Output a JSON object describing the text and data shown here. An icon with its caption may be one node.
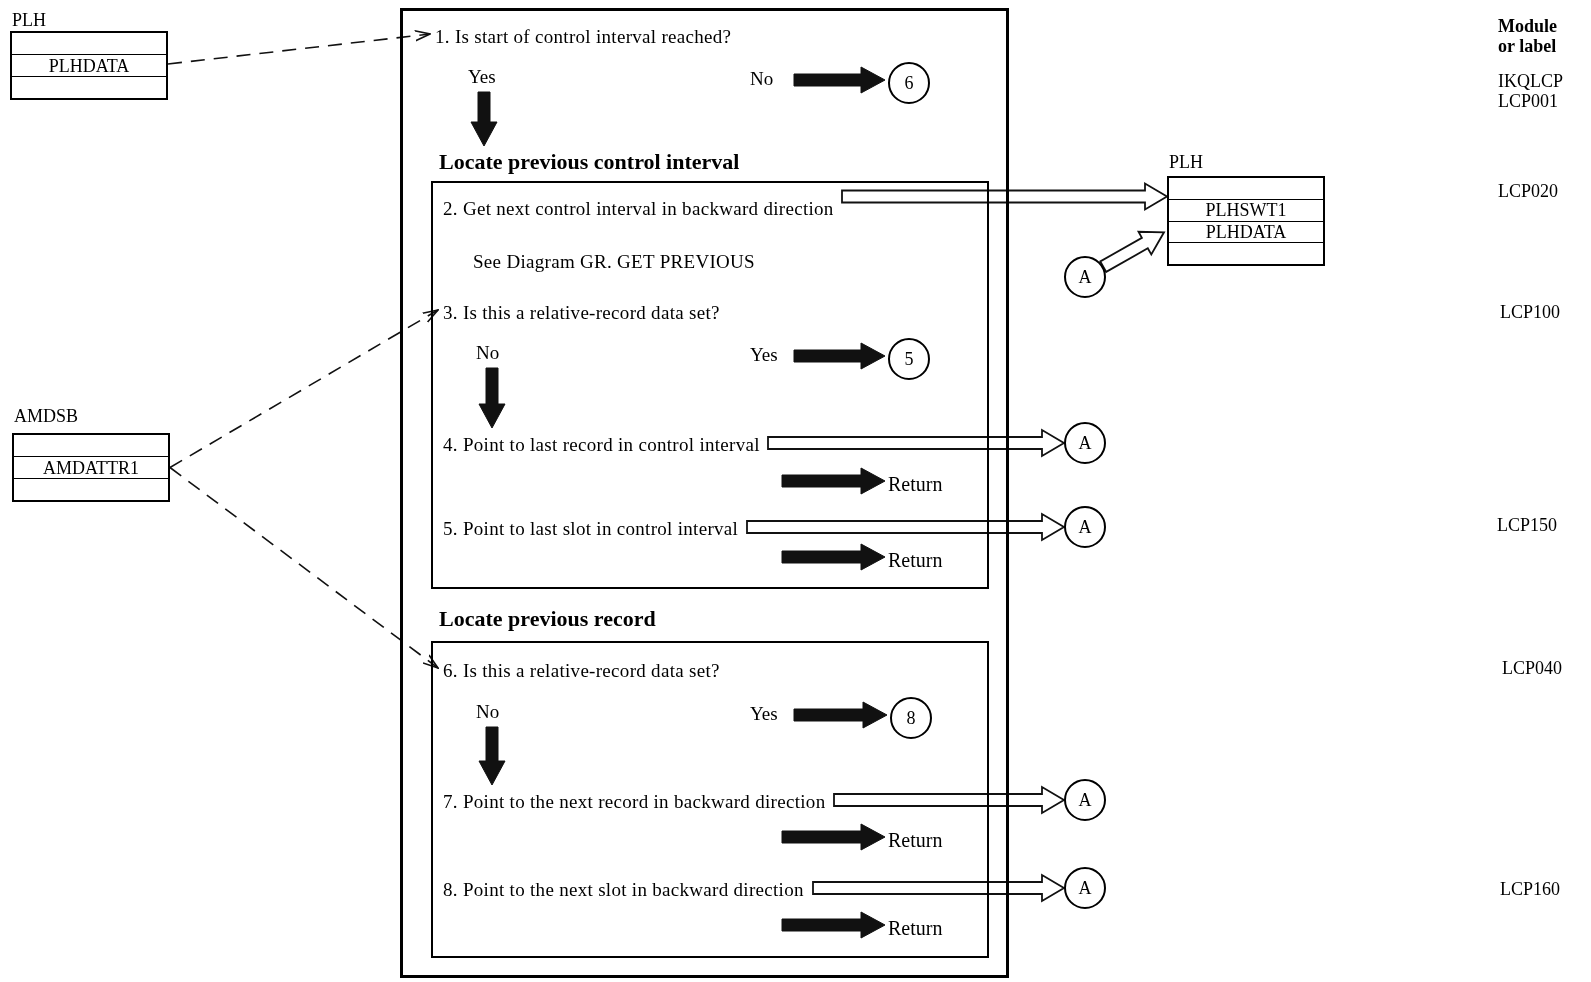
{
  "diagram": {
    "nodes": [
      {
        "text": [
          "PLH",
          "PLHDATA"
        ]
      },
      {
        "text": [
          "AMDSB",
          "AMDATTR1"
        ]
      },
      {
        "text": [],
        "shape": "box"
      },
      {
        "text": [
          "1. Is start of control interval reached?"
        ],
        "in": 2
      },
      {
        "text": [
          "6"
        ],
        "in": 2
      },
      {
        "text": [
          "Locate previous control interval"
        ],
        "in": 2
      },
      {
        "text": [
          "2. Get next control interval in backward direction",
          "See Diagram GR. GET PREVIOUS"
        ],
        "in": 5
      },
      {
        "text": [
          "PLH",
          "PLHSWT1",
          "PLHDATA"
        ]
      },
      {
        "text": [
          "A"
        ]
      },
      {
        "text": [
          "3. Is this a relative-record data set?"
        ],
        "in": 5
      },
      {
        "text": [
          "5"
        ],
        "in": 5
      },
      {
        "text": [
          "4. Point to last record in control interval"
        ],
        "in": 5
      },
      {
        "text": [
          "Return"
        ],
        "in": 5
      },
      {
        "text": [
          "A"
        ]
      },
      {
        "text": [
          "5. Point to last slot in control interval"
        ],
        "in": 5
      },
      {
        "text": [
          "Return"
        ],
        "in": 5
      },
      {
        "text": [
          "A"
        ]
      },
      {
        "text": [
          "Locate previous record"
        ],
        "in": 2
      },
      {
        "text": [
          "6. Is this a relative-record data set?"
        ],
        "in": 17
      },
      {
        "text": [
          "8"
        ],
        "in": 17
      },
      {
        "text": [
          "7. Point to the next record in backward direction"
        ],
        "in": 17
      },
      {
        "text": [
          "Return"
        ],
        "in": 17
      },
      {
        "text": [
          "A"
        ]
      },
      {
        "text": [
          "8. Point to the next slot in backward direction"
        ],
        "in": 17
      },
      {
        "text": [
          "Return"
        ],
        "in": 17
      },
      {
        "text": [
          "A"
        ]
      }
    ],
    "edges": [
      {
        "from": 0,
        "to": 3,
        "arrow": "to",
        "style": "dashed"
      },
      {
        "from": 3,
        "to": 5,
        "label": "Yes",
        "arrow": "to",
        "style": "thick"
      },
      {
        "from": 3,
        "to": 4,
        "label": "No",
        "arrow": "to",
        "style": "thick"
      },
      {
        "from": 6,
        "to": 7,
        "arrow": "to"
      },
      {
        "from": 8,
        "to": 7,
        "arrow": "to"
      },
      {
        "from": 1,
        "to": 9,
        "arrow": "to",
        "style": "dashed"
      },
      {
        "from": 9,
        "to": 10,
        "label": "Yes",
        "arrow": "to",
        "style": "thick"
      },
      {
        "from": 9,
        "to": 11,
        "label": "No",
        "arrow": "to",
        "style": "thick"
      },
      {
        "from": 11,
        "to": 13,
        "arrow": "to"
      },
      {
        "from": null,
        "to": 12,
        "arrow": "to",
        "style": "thick"
      },
      {
        "from": 14,
        "to": 16,
        "arrow": "to"
      },
      {
        "from": null,
        "to": 15,
        "arrow": "to",
        "style": "thick"
      },
      {
        "from": 1,
        "to": 18,
        "arrow": "to",
        "style": "dashed"
      },
      {
        "from": 18,
        "to": 19,
        "label": "Yes",
        "arrow": "to",
        "style": "thick"
      },
      {
        "from": 18,
        "to": 20,
        "label": "No",
        "arrow": "to",
        "style": "thick"
      },
      {
        "from": 20,
        "to": 22,
        "arrow": "to"
      },
      {
        "from": null,
        "to": 21,
        "arrow": "to",
        "style": "thick"
      },
      {
        "from": 23,
        "to": 25,
        "arrow": "to"
      },
      {
        "from": null,
        "to": 24,
        "arrow": "to",
        "style": "thick"
      }
    ],
    "labels": [
      "Module or label",
      "IKQLCP",
      "LCP001",
      "LCP020",
      "LCP100",
      "LCP150",
      "LCP040",
      "LCP160"
    ]
  }
}
